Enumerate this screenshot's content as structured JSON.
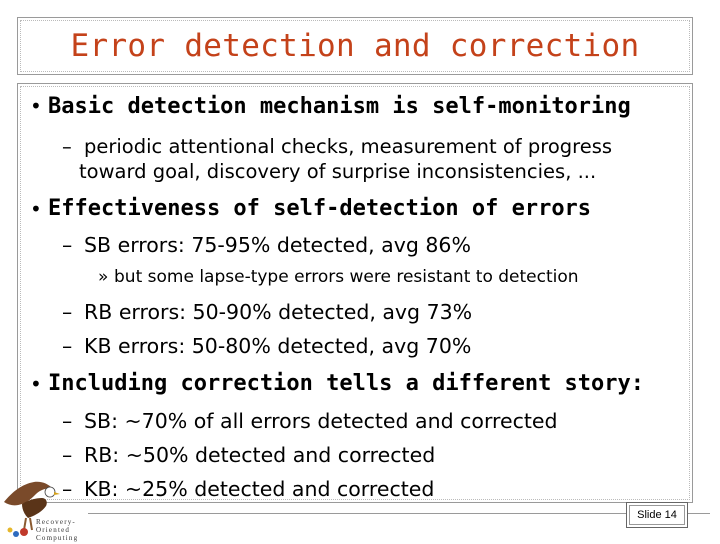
{
  "title": "Error detection and correction",
  "items": [
    {
      "text": "Basic detection mechanism is self-monitoring"
    },
    {
      "text": "periodic attentional checks, measurement of progress"
    },
    {
      "text": "toward goal, discovery of surprise inconsistencies, ..."
    },
    {
      "text": "Effectiveness of self-detection of errors"
    },
    {
      "text": "SB errors: 75-95% detected, avg 86%"
    },
    {
      "text": "but some lapse-type errors were resistant to detection"
    },
    {
      "text": "RB errors: 50-90% detected, avg 73%"
    },
    {
      "text": "KB errors: 50-80% detected, avg 70%"
    },
    {
      "text": "Including correction tells a different story:"
    },
    {
      "text": "SB: ~70% of all errors detected and corrected"
    },
    {
      "text": "RB: ~50% detected and corrected"
    },
    {
      "text": "KB: ~25% detected and corrected"
    }
  ],
  "slide_number": "Slide 14",
  "logo": {
    "line1": "Recovery-",
    "line2": "Oriented",
    "line3": "Computing"
  },
  "colors": {
    "title": "#c4421a",
    "rule": "#9a9a9a"
  }
}
